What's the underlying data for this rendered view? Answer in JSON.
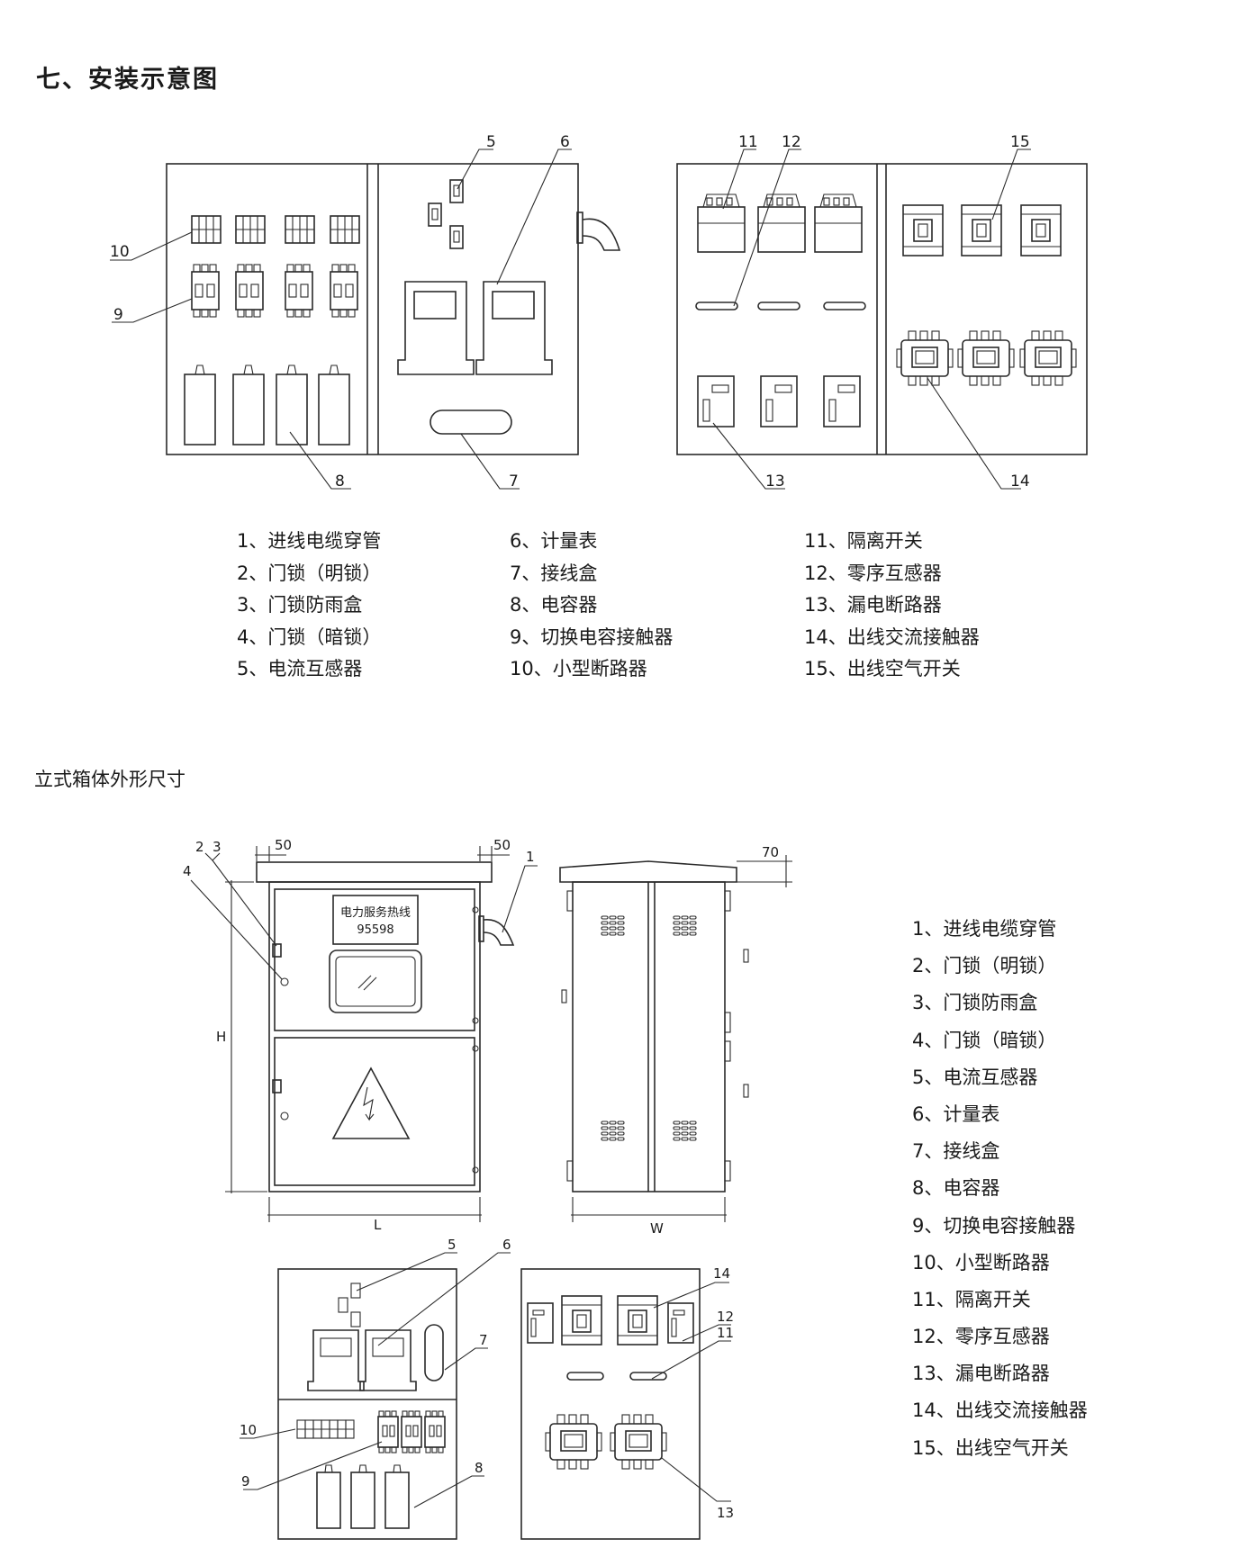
{
  "page": {
    "title": "七、安装示意图",
    "subtitle": "立式箱体外形尺寸"
  },
  "legend": {
    "col1": [
      "1、进线电缆穿管",
      "2、门锁（明锁）",
      "3、门锁防雨盒",
      "4、门锁（暗锁）",
      "5、电流互感器"
    ],
    "col2": [
      "6、计量表",
      "7、接线盒",
      "8、电容器",
      "9、切换电容接触器",
      "10、小型断路器"
    ],
    "col3": [
      "11、隔离开关",
      "12、零序互感器",
      "13、漏电断路器",
      "14、出线交流接触器",
      "15、出线空气开关"
    ],
    "full": [
      "1、进线电缆穿管",
      "2、门锁（明锁）",
      "3、门锁防雨盒",
      "4、门锁（暗锁）",
      "5、电流互感器",
      "6、计量表",
      "7、接线盒",
      "8、电容器",
      "9、切换电容接触器",
      "10、小型断路器",
      "11、隔离开关",
      "12、零序互感器",
      "13、漏电断路器",
      "14、出线交流接触器",
      "15、出线空气开关"
    ]
  },
  "diagram_top": {
    "callouts": [
      "5",
      "6",
      "10",
      "9",
      "8",
      "7",
      "11",
      "12",
      "15",
      "13",
      "14"
    ]
  },
  "dimension_drawing": {
    "front_callouts": [
      "2",
      "3",
      "4",
      "1"
    ],
    "dimensions": {
      "top_left": "50",
      "top_right": "50",
      "side_roof": "70",
      "height": "H",
      "length": "L",
      "width": "W"
    },
    "sign_text": [
      "电力服务热线",
      "95598"
    ]
  },
  "diagram_bottom": {
    "callouts": [
      "5",
      "6",
      "7",
      "10",
      "9",
      "8",
      "14",
      "12",
      "11",
      "13"
    ]
  }
}
